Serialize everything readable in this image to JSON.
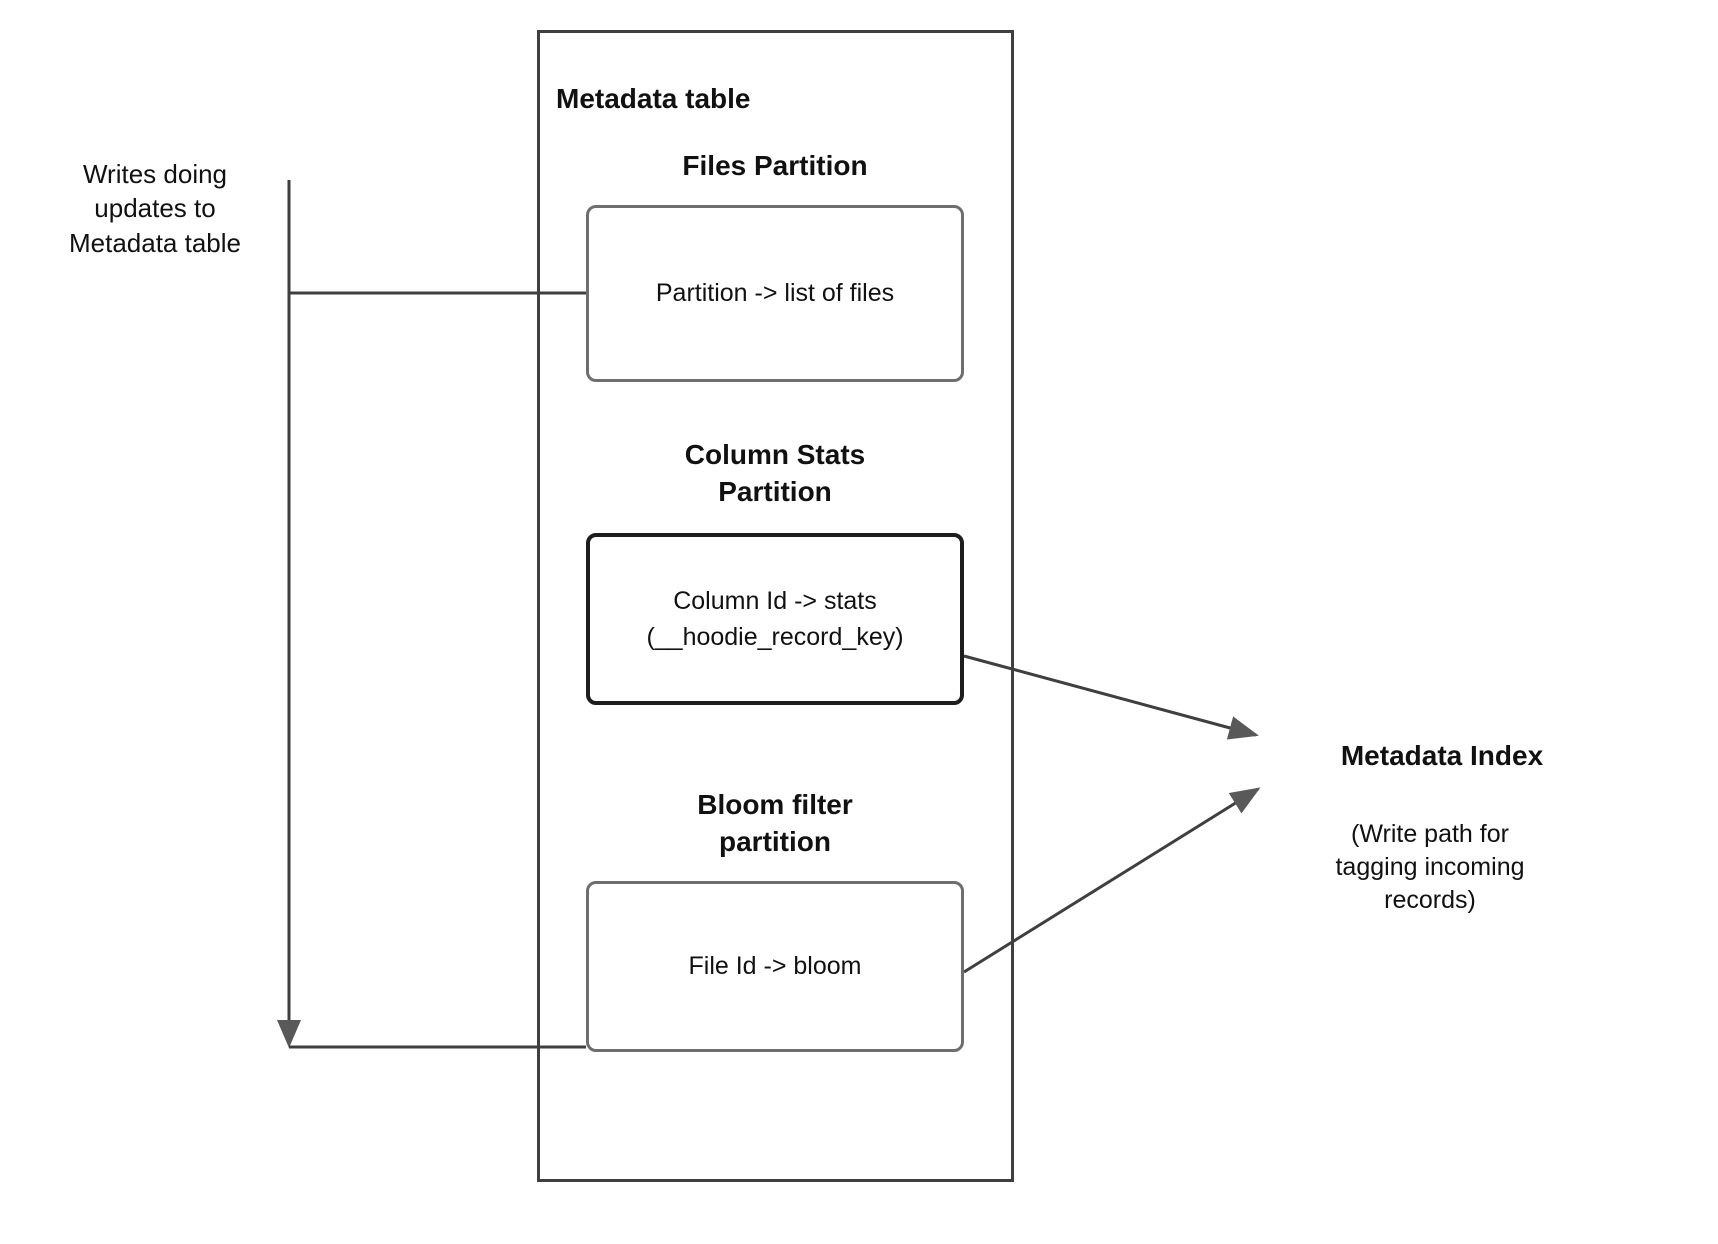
{
  "diagram": {
    "left_annotation": "Writes doing\nupdates to\nMetadata table",
    "container": {
      "title": "Metadata table"
    },
    "sections": [
      {
        "heading": "Files Partition",
        "box_text": "Partition -> list of files"
      },
      {
        "heading": "Column Stats\nPartition",
        "box_text": "Column Id  -> stats\n(__hoodie_record_key)"
      },
      {
        "heading": "Bloom filter\npartition",
        "box_text": "File Id -> bloom"
      }
    ],
    "right": {
      "title": "Metadata Index",
      "caption": "(Write path for\ntagging incoming\nrecords)"
    },
    "colors": {
      "line": "#3f3f3f",
      "box_border_light": "#6e6e6e",
      "box_border_dark": "#1d1d1d",
      "arrow_head": "#595959",
      "text": "#111111",
      "background": "#ffffff"
    }
  }
}
